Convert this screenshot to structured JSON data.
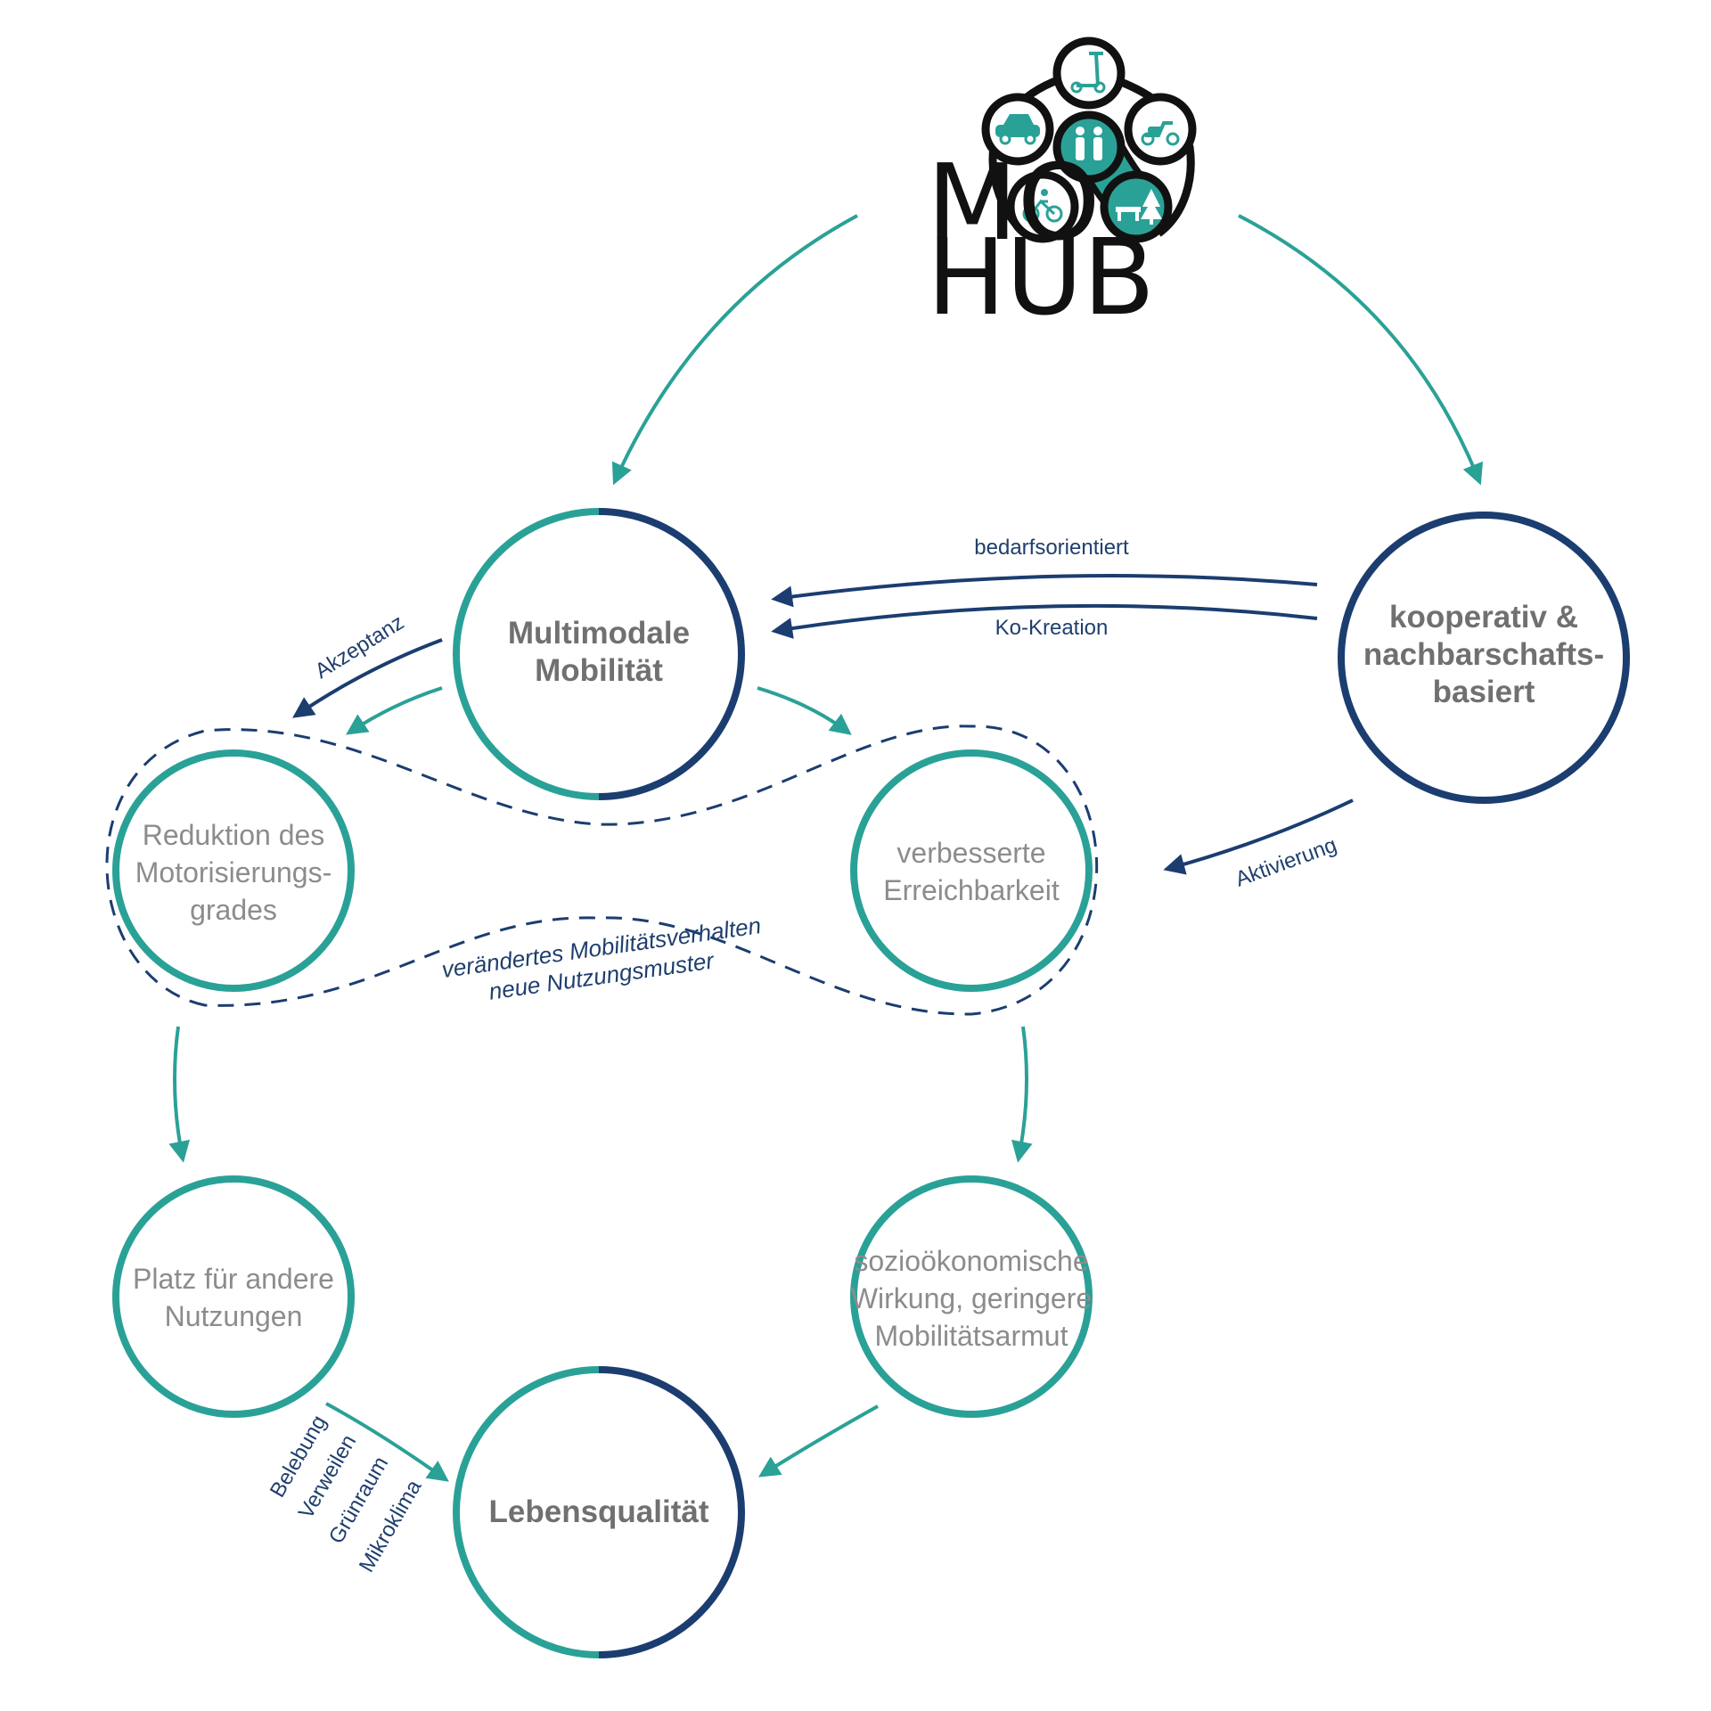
{
  "logo": {
    "text_line1": "MO",
    "text_line2": "HUB",
    "icons": [
      "scooter-icon",
      "car-icon",
      "moped-icon",
      "pedestrians-icon",
      "bicycle-icon",
      "bench-icon",
      "tree-icon"
    ]
  },
  "nodes": {
    "multimodal": {
      "lines": [
        "Multimodale",
        "Mobilität"
      ]
    },
    "cooperative": {
      "lines": [
        "kooperativ &",
        "nachbarschafts-",
        "basiert"
      ]
    },
    "reduction": {
      "lines": [
        "Reduktion des",
        "Motorisierungs-",
        "grades"
      ]
    },
    "accessibility": {
      "lines": [
        "verbesserte",
        "Erreichbarkeit"
      ]
    },
    "space": {
      "lines": [
        "Platz für andere",
        "Nutzungen"
      ]
    },
    "socioeconomic": {
      "lines": [
        "sozioökonomische",
        "Wirkung, geringere",
        "Mobilitätsarmut"
      ]
    },
    "quality": {
      "lines": [
        "Lebensqualität"
      ]
    }
  },
  "edge_labels": {
    "demand": "bedarfsorientiert",
    "cocreation": "Ko-Kreation",
    "acceptance": "Akzeptanz",
    "activation": "Aktivierung"
  },
  "behavior_zone": {
    "line1": "verändertes Mobilitätsverhalten",
    "line2": "neue Nutzungsmuster"
  },
  "space_effects": [
    "Belebung",
    "Verweilen",
    "Grünraum",
    "Mikroklima"
  ],
  "colors": {
    "teal": "#2aa197",
    "navy": "#1b3d70",
    "text_dark": "#707070",
    "text_light": "#8c8c8c"
  }
}
